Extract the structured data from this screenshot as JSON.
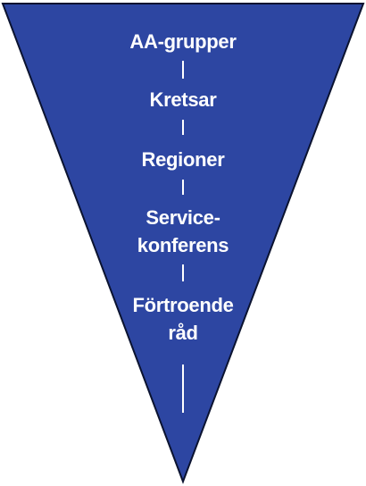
{
  "diagram": {
    "triangle_color": "#2d46a2",
    "outline_color": "#0b1330",
    "connector_color": "#ffffff",
    "levels": [
      {
        "lines": [
          "AA-grupper"
        ]
      },
      {
        "lines": [
          "Kretsar"
        ]
      },
      {
        "lines": [
          "Regioner"
        ]
      },
      {
        "lines": [
          "Service-",
          "konferens"
        ]
      },
      {
        "lines": [
          "Förtroende",
          "råd"
        ]
      }
    ]
  }
}
